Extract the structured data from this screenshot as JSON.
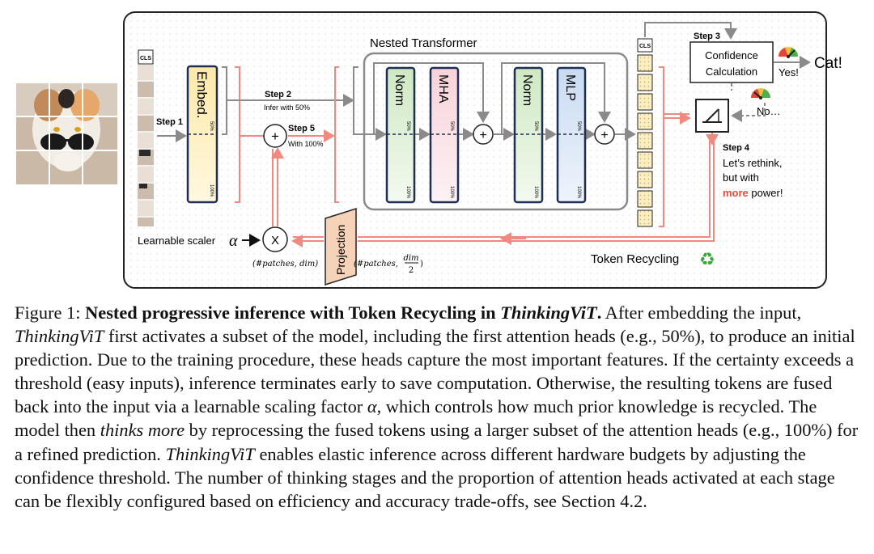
{
  "figure": {
    "cls_label": "CLS",
    "embed_label": "Embed.",
    "pct_50": "50%",
    "pct_100": "100%",
    "nested_transformer_title": "Nested Transformer",
    "blocks": [
      "Norm",
      "MHA",
      "Norm",
      "MLP"
    ],
    "step1": "Step 1",
    "step2": "Step 2",
    "step2_desc": "Infer with 50%",
    "step5": "Step 5",
    "step5_desc": "With 100%",
    "step3": "Step 3",
    "confidence_line1": "Confidence",
    "confidence_line2": "Calculation",
    "yes_label": "Yes!",
    "no_label": "No…",
    "output_label": "Cat!",
    "step4": "Step 4",
    "step4_line1": "Let’s rethink,",
    "step4_line2": "but with",
    "step4_more": "more",
    "step4_power": " power!",
    "token_recycling": "Token Recycling",
    "recycle_icon": "♻",
    "projection_label": "Projection",
    "learnable_scaler": "Learnable scaler",
    "alpha": "α",
    "multiply": "X",
    "plus": "+",
    "shape_patches_dim": "(#patches, dim)",
    "shape_patches_dim2_prefix": "(#patches,",
    "shape_dim": "dim",
    "shape_2": "2",
    "shape_close": ")",
    "colors": {
      "recycle_red": "#f08a80",
      "grey_arrow": "#8a8a8a",
      "embed_fill": "#fdf0c0",
      "norm_fill": "#dff0d8",
      "mha_fill": "#fbe3e6",
      "mlp_fill": "#dce8f7",
      "projection_fill": "#f5d2b8",
      "more_red": "#e84a3c",
      "recycle_green": "#3aa83a"
    }
  },
  "caption": {
    "figure_label": "Figure 1:",
    "bold_title": "Nested progressive inference with Token Recycling in",
    "bold_title_italic": "ThinkingViT",
    "bold_period": ".",
    "text_1": "After embedding the input,",
    "italic_name": "ThinkingViT",
    "text_2": "first activates a subset of the model, including the first attention heads (e.g., 50%), to produce an initial prediction. Due to the training procedure, these heads capture the most important features. If the certainty exceeds a threshold (easy inputs), inference terminates early to save computation. Otherwise, the resulting tokens are fused back into the input via a learnable scaling factor",
    "alpha": "α",
    "text_3": ", which controls how much prior knowledge is recycled. The model then",
    "italic_thinks_more": "thinks more",
    "text_4": "by reprocessing the fused tokens using a larger subset of the attention heads (e.g., 100%) for a refined prediction.",
    "italic_name_2": "ThinkingViT",
    "text_5": "enables elastic inference across different hardware budgets by adjusting the confidence threshold. The number of thinking stages and the proportion of attention heads activated at each stage can be flexibly configured based on efficiency and accuracy trade-offs, see Section 4.2."
  }
}
